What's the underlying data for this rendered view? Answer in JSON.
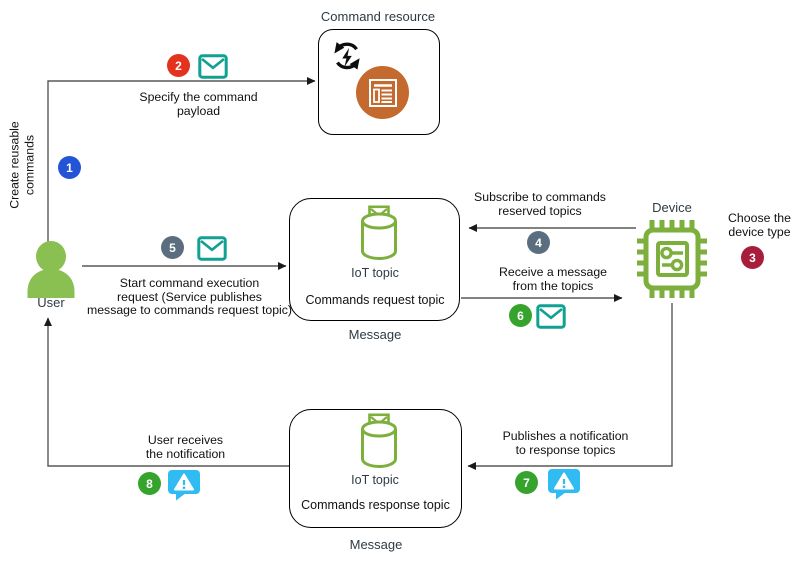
{
  "colors": {
    "green": "#7DAF3C",
    "person_green": "#8ABF52",
    "teal": "#11A192",
    "alert_blue": "#30BCF2",
    "orange": "#C56A2E",
    "line": "#595959",
    "ink": "#1a1a1a",
    "label": "#2E3B44",
    "step_blue": "#2454D6",
    "step_red": "#E4321E",
    "step_crimson": "#A81C3C",
    "step_slate": "#5A6E7F",
    "step_green": "#36A42C"
  },
  "nodes": {
    "command_resource": {
      "label": "Command resource"
    },
    "request_topic": {
      "icon_label": "IoT topic",
      "title": "Commands request topic",
      "caption": "Message"
    },
    "response_topic": {
      "icon_label": "IoT topic",
      "title": "Commands response topic",
      "caption": "Message"
    },
    "user": {
      "label": "User"
    },
    "device": {
      "label": "Device"
    }
  },
  "steps": {
    "s1": {
      "num": "1",
      "color": "#2454D6",
      "text": "Create reusable\ncommands"
    },
    "s2": {
      "num": "2",
      "color": "#E4321E",
      "text": "Specify the command\npayload"
    },
    "s3": {
      "num": "3",
      "color": "#A81C3C",
      "text": "Choose the\ndevice type"
    },
    "s4": {
      "num": "4",
      "color": "#5A6E7F",
      "text": "Subscribe to commands\nreserved topics"
    },
    "s5": {
      "num": "5",
      "color": "#5A6E7F",
      "text": "Start command execution\nrequest (Service publishes\nmessage to commands request topic)"
    },
    "s6": {
      "num": "6",
      "color": "#36A42C",
      "text": "Receive a message\nfrom the topics"
    },
    "s7": {
      "num": "7",
      "color": "#36A42C",
      "text": "Publishes a notification\nto response topics"
    },
    "s8": {
      "num": "8",
      "color": "#36A42C",
      "text": "User receives\nthe notification"
    }
  }
}
